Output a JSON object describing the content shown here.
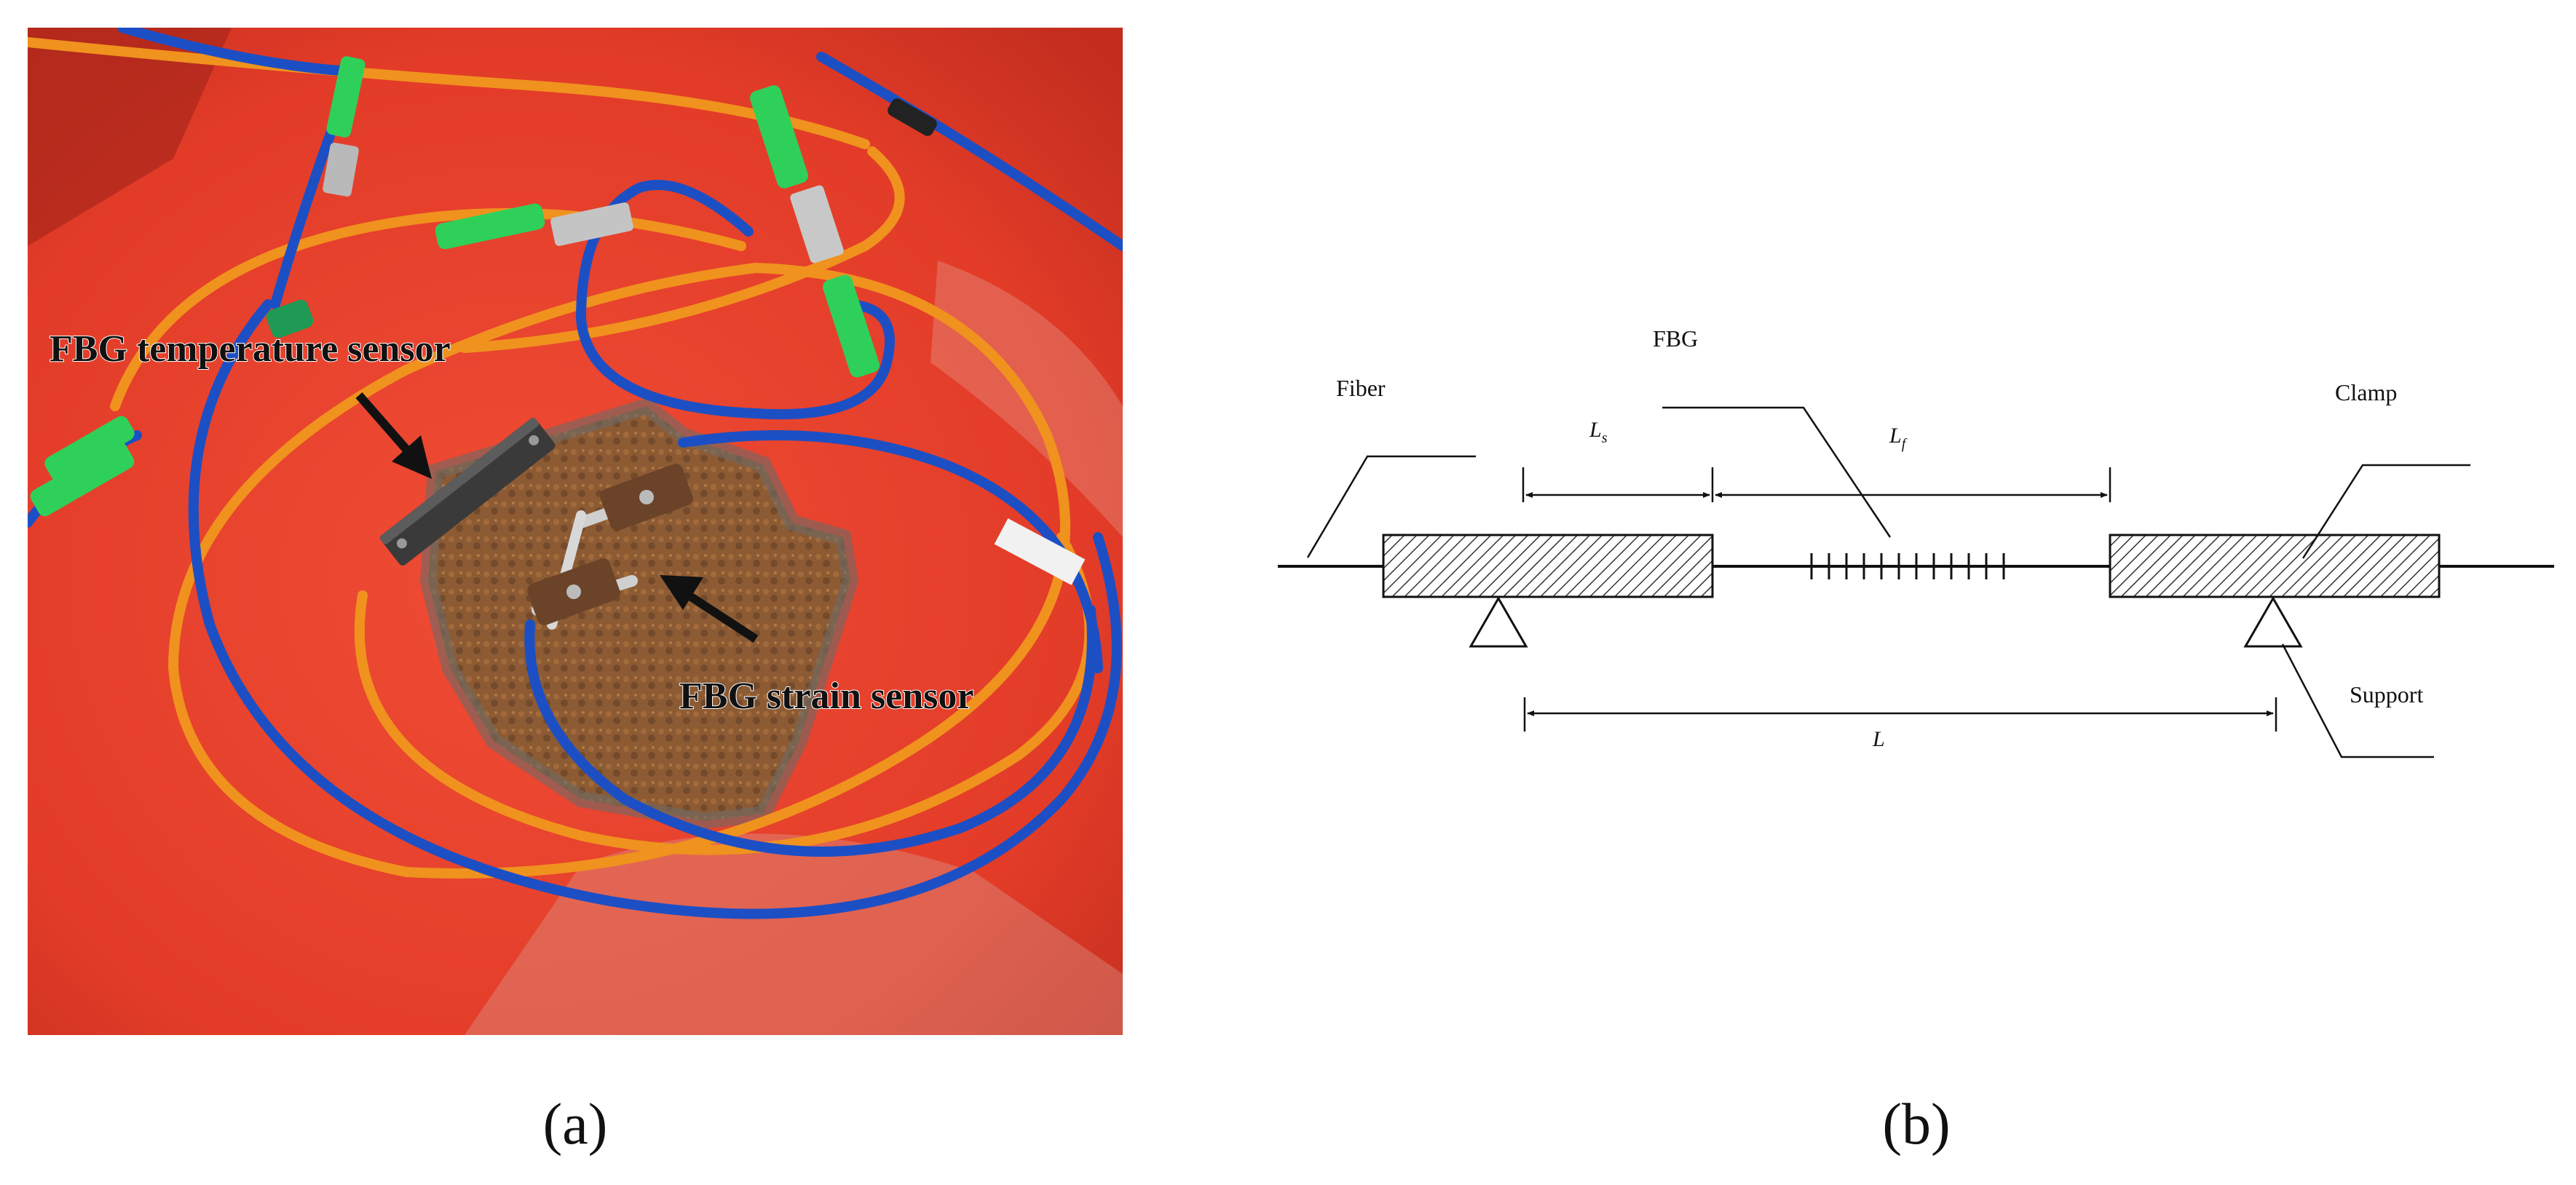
{
  "panel_a": {
    "caption": "(a)",
    "labels": {
      "temperature_sensor": "FBG temperature sensor",
      "strain_sensor": "FBG strain sensor"
    },
    "colors": {
      "surface": "#e8432e",
      "patch": "#8a5a32",
      "fiber_orange": "#f0921e",
      "fiber_blue": "#1d4fc4",
      "connector_green": "#2fd05a",
      "arrow": "#111111"
    }
  },
  "panel_b": {
    "caption": "(b)",
    "labels": {
      "fbg": "FBG",
      "fiber": "Fiber",
      "clamp": "Clamp",
      "support": "Support",
      "ls_main": "L",
      "ls_sub": "s",
      "lf_main": "L",
      "lf_sub": "f",
      "l_total": "L"
    },
    "grating_ticks": 12
  }
}
